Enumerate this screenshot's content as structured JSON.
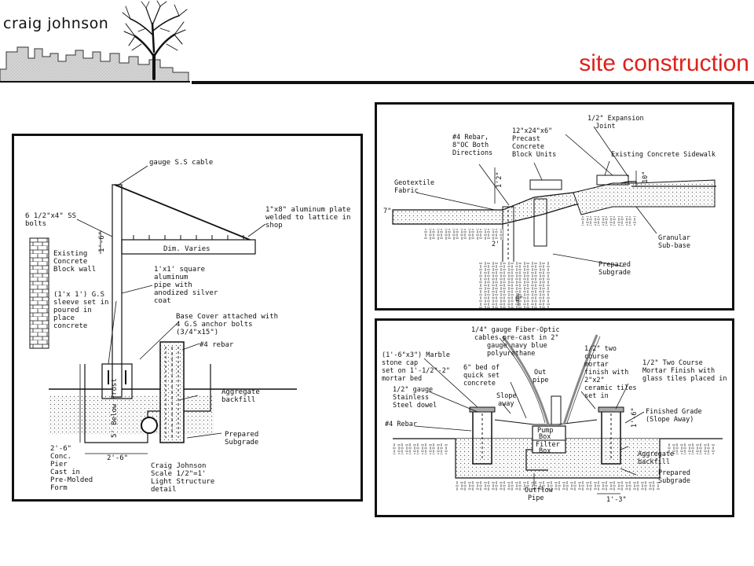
{
  "header": {
    "name": "craig  johnson",
    "page_title": "site construction"
  },
  "light_structure": {
    "labels": {
      "cable": "gauge S.S cable",
      "bolts_1": "6 1/2\"x4\" SS",
      "bolts_2": "bolts",
      "plate_1": "1\"x8\" aluminum plate",
      "plate_2": "welded to lattice in",
      "plate_3": "shop",
      "dim_arm": "Dim. Varies",
      "dim_1ft6": "1'-6\"",
      "wall_1": "Existing",
      "wall_2": "Concrete",
      "wall_3": "Block wall",
      "pipe_1": "1'x1' square",
      "pipe_2": "aluminum",
      "pipe_3": "pipe with",
      "pipe_4": "anodized silver",
      "pipe_5": "coat",
      "sleeve_1": "(1'x 1') G.S",
      "sleeve_2": "sleeve set in",
      "sleeve_3": "poured in",
      "sleeve_4": "place",
      "sleeve_5": "concrete",
      "cover_1": "Base Cover attached with",
      "cover_2": "4 G.S anchor bolts",
      "cover_3": "(3/4\"x15\")",
      "rebar": "#4 rebar",
      "aggregate_1": "Aggregate",
      "aggregate_2": "backfill",
      "frost": "5' Below Frost",
      "subgrade_1": "Prepared",
      "subgrade_2": "Subgrade",
      "dim_2ft6": "2'-6\"",
      "pier_1": "2'-6\"",
      "pier_2": "Conc.",
      "pier_3": "Pier",
      "pier_4": "Cast in",
      "pier_5": "Pre-Molded",
      "pier_6": "Form",
      "credit_1": "Craig Johnson",
      "credit_2": "Scale 1/2\"=1'",
      "credit_3": "Light Structure",
      "credit_4": "detail"
    }
  },
  "sidewalk": {
    "labels": {
      "joint_1": "1/2\" Expansion",
      "joint_2": "Joint",
      "block_1": "12\"x24\"x6\"",
      "block_2": "Precast",
      "block_3": "Concrete",
      "block_4": "Block Units",
      "rebar_1": "#4 Rebar,",
      "rebar_2": "8\"OC Both",
      "rebar_3": "Directions",
      "existing": "Existing Concrete Sidewalk",
      "geo_1": "Geotextile",
      "geo_2": "Fabric",
      "dim_7": "7\"",
      "dim_12": "1'2\"",
      "dim_10": "10\"",
      "dim_2": "2'",
      "dim_8": "8\"",
      "granular_1": "Granular",
      "granular_2": "Sub-base",
      "subgrade_1": "Prepared",
      "subgrade_2": "Subgrade"
    }
  },
  "fountain": {
    "labels": {
      "fiber_1": "1/4\" gauge Fiber-Optic",
      "fiber_2": "cables pre-cast in 2\"",
      "fiber_3": "gauge navy blue",
      "fiber_4": "polyurethane",
      "cap_1": "(1'-6\"x3\") Marble",
      "cap_2": "stone cap",
      "cap_3": "set on 1'-1/2\"-2\"",
      "cap_4": "mortar bed",
      "bed_1": "6\" bed of",
      "bed_2": "quick set",
      "bed_3": "concrete",
      "out_1": "Out",
      "out_2": "pipe",
      "mortar_1": "1/2\" two",
      "mortar_2": "course",
      "mortar_3": "mortar",
      "mortar_4": "finish with",
      "mortar_5": "2\"x2\"",
      "mortar_6": "ceramic tiles",
      "mortar_7": "set in",
      "glass_1": "1/2\" Two Course",
      "glass_2": "Mortar Finish with",
      "glass_3": "glass tiles placed in",
      "dowel_1": "1/2\" gauge",
      "dowel_2": "Stainless",
      "dowel_3": "Steel dowel",
      "slope_1": "Slope",
      "slope_2": "away",
      "grade_1": "Finished Grade",
      "grade_2": "(Slope Away)",
      "rebar": "#4 Rebar",
      "pump_1": "Pump",
      "pump_2": "Box",
      "filter_1": "Filter",
      "filter_2": "Box",
      "dim_16": "1'-6\"",
      "aggregate_1": "Aggregate",
      "aggregate_2": "backfill",
      "subgrade_1": "Prepared",
      "subgrade_2": "Subgrade",
      "outflow_1": "Outflow",
      "outflow_2": "Pipe",
      "dim_13": "1'-3\""
    }
  }
}
